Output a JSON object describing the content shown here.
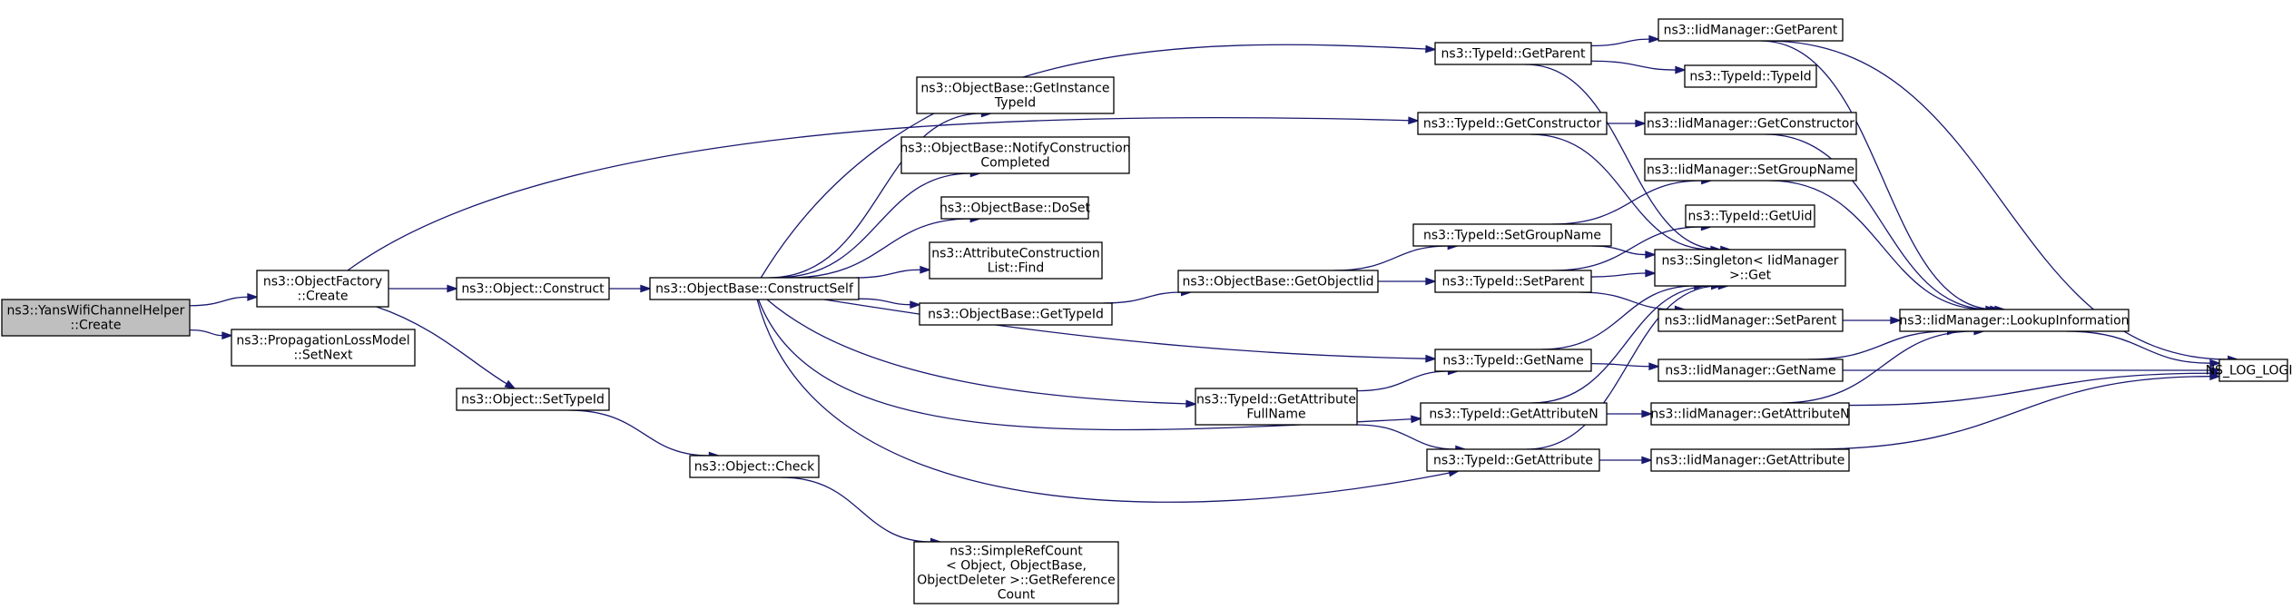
{
  "colors": {
    "edge": "#191970",
    "root_fill": "#bfbfbf",
    "node_fill": "#ffffff",
    "border": "#000000"
  },
  "nodes": [
    {
      "id": "root",
      "lines": [
        "ns3::YansWifiChannelHelper",
        "::Create"
      ],
      "root": true
    },
    {
      "id": "ofc",
      "lines": [
        "ns3::ObjectFactory",
        "::Create"
      ]
    },
    {
      "id": "plm",
      "lines": [
        "ns3::PropagationLossModel",
        "::SetNext"
      ]
    },
    {
      "id": "oco",
      "lines": [
        "ns3::Object::Construct"
      ]
    },
    {
      "id": "ost",
      "lines": [
        "ns3::Object::SetTypeId"
      ]
    },
    {
      "id": "obcs",
      "lines": [
        "ns3::ObjectBase::ConstructSelf"
      ]
    },
    {
      "id": "och",
      "lines": [
        "ns3::Object::Check"
      ]
    },
    {
      "id": "git",
      "lines": [
        "ns3::ObjectBase::GetInstance",
        "TypeId"
      ]
    },
    {
      "id": "ncc",
      "lines": [
        "ns3::ObjectBase::NotifyConstruction",
        "Completed"
      ]
    },
    {
      "id": "dos",
      "lines": [
        "ns3::ObjectBase::DoSet"
      ]
    },
    {
      "id": "acf",
      "lines": [
        "ns3::AttributeConstruction",
        "List::Find"
      ]
    },
    {
      "id": "gti",
      "lines": [
        "ns3::ObjectBase::GetTypeId"
      ]
    },
    {
      "id": "src",
      "lines": [
        "ns3::SimpleRefCount",
        "< Object, ObjectBase,",
        "ObjectDeleter >::GetReference",
        "Count"
      ]
    },
    {
      "id": "goi",
      "lines": [
        "ns3::ObjectBase::GetObjectIid"
      ]
    },
    {
      "id": "tgafn",
      "lines": [
        "ns3::TypeId::GetAttribute",
        "FullName"
      ]
    },
    {
      "id": "tgp",
      "lines": [
        "ns3::TypeId::GetParent"
      ]
    },
    {
      "id": "tgc",
      "lines": [
        "ns3::TypeId::GetConstructor"
      ]
    },
    {
      "id": "tsgn",
      "lines": [
        "ns3::TypeId::SetGroupName"
      ]
    },
    {
      "id": "tsp",
      "lines": [
        "ns3::TypeId::SetParent"
      ]
    },
    {
      "id": "tgn",
      "lines": [
        "ns3::TypeId::GetName"
      ]
    },
    {
      "id": "tgan",
      "lines": [
        "ns3::TypeId::GetAttributeN"
      ]
    },
    {
      "id": "tga",
      "lines": [
        "ns3::TypeId::GetAttribute"
      ]
    },
    {
      "id": "igp",
      "lines": [
        "ns3::IidManager::GetParent"
      ]
    },
    {
      "id": "tti",
      "lines": [
        "ns3::TypeId::TypeId"
      ]
    },
    {
      "id": "igc",
      "lines": [
        "ns3::IidManager::GetConstructor"
      ]
    },
    {
      "id": "isgn",
      "lines": [
        "ns3::IidManager::SetGroupName"
      ]
    },
    {
      "id": "tgu",
      "lines": [
        "ns3::TypeId::GetUid"
      ]
    },
    {
      "id": "sig",
      "lines": [
        "ns3::Singleton< IidManager",
        ">::Get"
      ]
    },
    {
      "id": "isp",
      "lines": [
        "ns3::IidManager::SetParent"
      ]
    },
    {
      "id": "ign",
      "lines": [
        "ns3::IidManager::GetName"
      ]
    },
    {
      "id": "igan",
      "lines": [
        "ns3::IidManager::GetAttributeN"
      ]
    },
    {
      "id": "iga",
      "lines": [
        "ns3::IidManager::GetAttribute"
      ]
    },
    {
      "id": "ili",
      "lines": [
        "ns3::IidManager::LookupInformation"
      ]
    },
    {
      "id": "nll",
      "lines": [
        "NS_LOG_LOGIC"
      ]
    }
  ],
  "edges": [
    [
      "root",
      "ofc"
    ],
    [
      "root",
      "plm"
    ],
    [
      "ofc",
      "tgc"
    ],
    [
      "ofc",
      "oco"
    ],
    [
      "ofc",
      "ost"
    ],
    [
      "oco",
      "obcs"
    ],
    [
      "ost",
      "och"
    ],
    [
      "och",
      "src"
    ],
    [
      "obcs",
      "tgp"
    ],
    [
      "obcs",
      "git"
    ],
    [
      "obcs",
      "ncc"
    ],
    [
      "obcs",
      "dos"
    ],
    [
      "obcs",
      "acf"
    ],
    [
      "obcs",
      "gti"
    ],
    [
      "obcs",
      "tgn"
    ],
    [
      "obcs",
      "tgafn"
    ],
    [
      "obcs",
      "tgan"
    ],
    [
      "obcs",
      "tga"
    ],
    [
      "gti",
      "goi"
    ],
    [
      "goi",
      "tsgn"
    ],
    [
      "goi",
      "tsp"
    ],
    [
      "tgafn",
      "tgn"
    ],
    [
      "tgafn",
      "tga"
    ],
    [
      "tgp",
      "igp"
    ],
    [
      "tgp",
      "tti"
    ],
    [
      "tgp",
      "sig"
    ],
    [
      "tgc",
      "igc"
    ],
    [
      "tgc",
      "sig"
    ],
    [
      "tsgn",
      "isgn"
    ],
    [
      "tsgn",
      "sig"
    ],
    [
      "tsp",
      "tgu"
    ],
    [
      "tsp",
      "sig"
    ],
    [
      "tsp",
      "isp"
    ],
    [
      "tgn",
      "sig"
    ],
    [
      "tgn",
      "ign"
    ],
    [
      "tgan",
      "sig"
    ],
    [
      "tgan",
      "igan"
    ],
    [
      "tga",
      "sig"
    ],
    [
      "tga",
      "iga"
    ],
    [
      "igp",
      "ili"
    ],
    [
      "igp",
      "nll"
    ],
    [
      "igc",
      "ili"
    ],
    [
      "isgn",
      "ili"
    ],
    [
      "isp",
      "ili"
    ],
    [
      "ign",
      "ili"
    ],
    [
      "ign",
      "nll"
    ],
    [
      "igan",
      "ili"
    ],
    [
      "igan",
      "nll"
    ],
    [
      "iga",
      "nll"
    ],
    [
      "ili",
      "nll"
    ]
  ]
}
